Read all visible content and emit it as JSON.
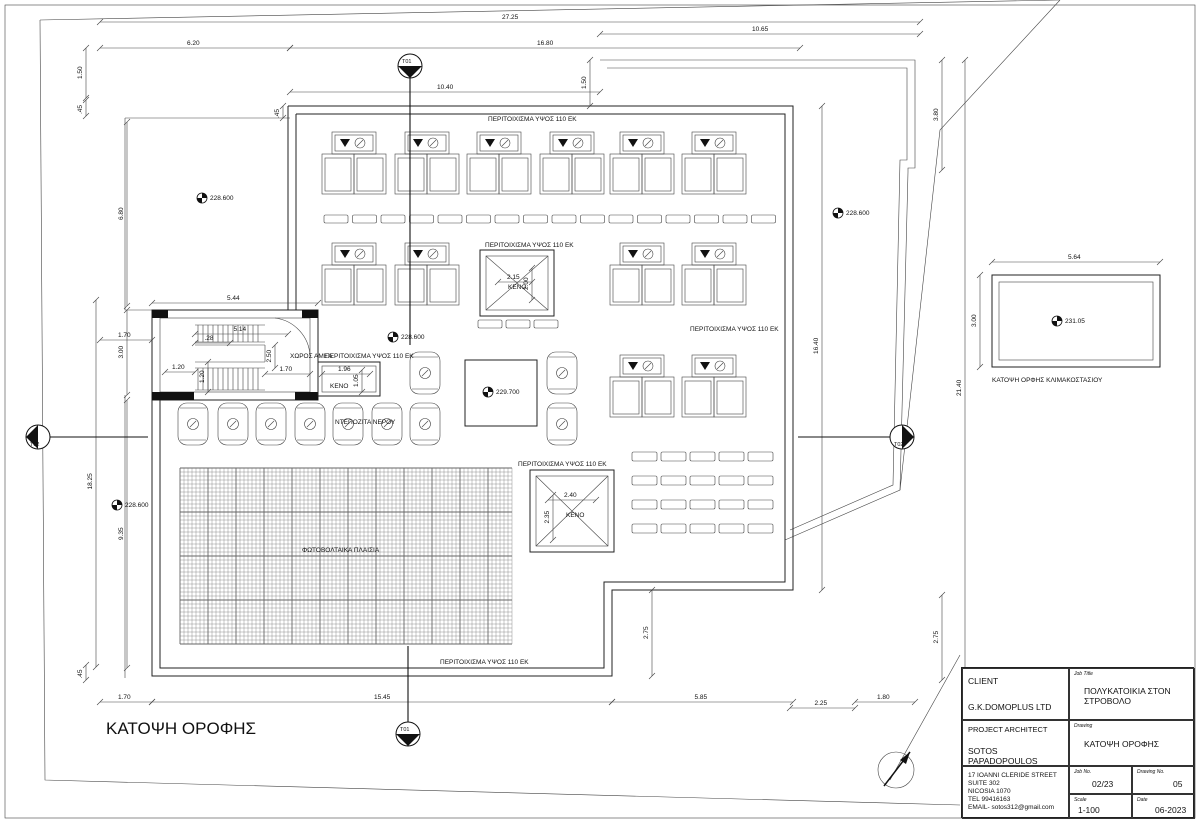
{
  "plan": {
    "title": "ΚΑΤΟΨΗ ΟΡΟΦΗΣ",
    "stair_plan_title": "ΚΑΤΟΨΗ ΟΡΦΗΣ ΚΛΙΜΑΚΟΣΤΑΣΙΟΥ",
    "dims_top": [
      "27.25",
      "10.65",
      "6.20",
      "16.80",
      "10.40",
      "1.50"
    ],
    "dims_left": [
      "1.50",
      ".45",
      ".45",
      "6.80",
      "1.70",
      "3.00",
      "18.25",
      "9.35",
      ".45"
    ],
    "dims_bottom": [
      "1.70",
      "15.45",
      "5.85",
      "2.25",
      "1.80"
    ],
    "dims_right": [
      "3.80",
      "16.40",
      "21.40",
      "2.75",
      "2.75"
    ],
    "dims_stair": [
      "5.44",
      "5.14",
      ".28",
      "1.20",
      "1.20",
      "2.50",
      "1.70"
    ],
    "dims_void": [
      "1.96",
      "1.05",
      "2.15",
      "2.00",
      "2.40",
      "2.35",
      "5.64",
      "3.00"
    ],
    "levels": [
      "228.600",
      "228.600",
      "228.600",
      "229.700",
      "228.600",
      "231.05"
    ],
    "parapet_label": "ΠΕΡΙΤΟΙΧΙΣΜΑ ΥΨΟΣ 110 ΕΚ",
    "void_label": "ΚΕΝΟ",
    "disabled_space": "ΧΩΡΟΣ ΑΜΕΑ",
    "water_tanks": "ΝΤΕΠΟΖΙΤΑ ΝΕΡΟΥ",
    "pv_panels": "ΦΩΤΟΒΟΛΤΑΙΚΑ ΠΛΑΙΣΙΑ",
    "section_markers": [
      "T01",
      "T01",
      "T02",
      "T02"
    ]
  },
  "title_block": {
    "client_label": "CLIENT",
    "client_value": "G.K.DOMOPLUS LTD",
    "architect_label": "PROJECT ARCHITECT",
    "architect_value": "SOTOS PAPADOPOULOS",
    "address": [
      "17 IOANNI CLERIDE STREET",
      "SUITE 302",
      "NICOSIA 1070",
      "TEL 99416163",
      "EMAIL- sotos312@gmail.com"
    ],
    "job_title_label": "Job Title",
    "job_title_value": "ΠΟΛΥΚΑΤΟΙΚΙΑ ΣΤΟΝ ΣΤΡΟΒΟΛΟ",
    "drawing_label": "Drawing",
    "drawing_value": "ΚΑΤΟΨΗ ΟΡΟΦΗΣ",
    "job_no_label": "Job No.",
    "job_no_value": "02/23",
    "drawing_no_label": "Drawing No.",
    "drawing_no_value": "05",
    "scale_label": "Scale",
    "scale_value": "1-100",
    "date_label": "Date",
    "date_value": "06-2023"
  }
}
